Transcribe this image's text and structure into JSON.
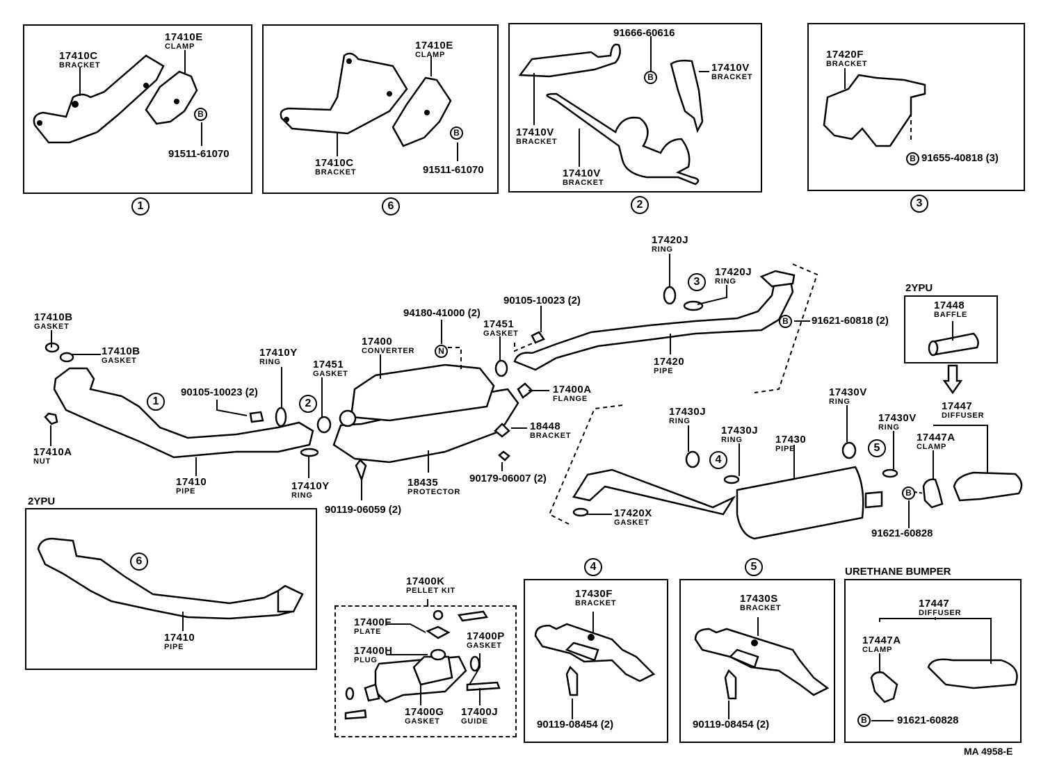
{
  "diagram": {
    "title": "Exhaust Pipe Parts Diagram",
    "figure_code": "MA 4958-E",
    "inset_panels": [
      {
        "id": "1",
        "marker": "1",
        "labels": [
          {
            "part": "17410C",
            "name": "BRACKET"
          },
          {
            "part": "17410E",
            "name": "CLAMP"
          },
          {
            "part": "91511-61070",
            "name": "",
            "symbol": "B"
          }
        ]
      },
      {
        "id": "6",
        "marker": "6",
        "labels": [
          {
            "part": "17410E",
            "name": "CLAMP"
          },
          {
            "part": "17410C",
            "name": "BRACKET"
          },
          {
            "part": "91511-61070",
            "name": "",
            "symbol": "B"
          }
        ]
      },
      {
        "id": "2",
        "marker": "2",
        "labels": [
          {
            "part": "91666-60616",
            "name": "",
            "symbol": "B"
          },
          {
            "part": "17410V",
            "name": "BRACKET"
          },
          {
            "part": "17410V",
            "name": "BRACKET"
          },
          {
            "part": "17410V",
            "name": "BRACKET"
          }
        ]
      },
      {
        "id": "3",
        "marker": "3",
        "labels": [
          {
            "part": "17420F",
            "name": "BRACKET"
          },
          {
            "part": "91655-40818 (3)",
            "name": "",
            "symbol": "B"
          }
        ]
      },
      {
        "id": "4",
        "marker": "4",
        "labels": [
          {
            "part": "17430F",
            "name": "BRACKET"
          },
          {
            "part": "90119-08454 (2)",
            "name": ""
          }
        ]
      },
      {
        "id": "5",
        "marker": "5",
        "labels": [
          {
            "part": "17430S",
            "name": "BRACKET"
          },
          {
            "part": "90119-08454 (2)",
            "name": ""
          }
        ]
      }
    ],
    "main_labels": [
      {
        "part": "17410B",
        "name": "GASKET"
      },
      {
        "part": "17410B",
        "name": "GASKET"
      },
      {
        "part": "17410A",
        "name": "NUT"
      },
      {
        "part": "90105-10023 (2)",
        "name": ""
      },
      {
        "part": "17410Y",
        "name": "RING"
      },
      {
        "part": "17410",
        "name": "PIPE"
      },
      {
        "part": "17410Y",
        "name": "RING"
      },
      {
        "part": "17451",
        "name": "GASKET"
      },
      {
        "part": "17400",
        "name": "CONVERTER"
      },
      {
        "part": "94180-41000 (2)",
        "name": "",
        "symbol": "N"
      },
      {
        "part": "17451",
        "name": "GASKET"
      },
      {
        "part": "90105-10023 (2)",
        "name": ""
      },
      {
        "part": "17400A",
        "name": "FLANGE"
      },
      {
        "part": "18448",
        "name": "BRACKET"
      },
      {
        "part": "90179-06007 (2)",
        "name": ""
      },
      {
        "part": "18435",
        "name": "PROTECTOR"
      },
      {
        "part": "90119-06059 (2)",
        "name": ""
      },
      {
        "part": "17420J",
        "name": "RING"
      },
      {
        "part": "17420J",
        "name": "RING"
      },
      {
        "part": "17420",
        "name": "PIPE"
      },
      {
        "part": "91621-60818 (2)",
        "name": "",
        "symbol": "B"
      },
      {
        "part": "17430J",
        "name": "RING"
      },
      {
        "part": "17430J",
        "name": "RING"
      },
      {
        "part": "17430",
        "name": "PIPE"
      },
      {
        "part": "17430V",
        "name": "RING"
      },
      {
        "part": "17430V",
        "name": "RING"
      },
      {
        "part": "17420X",
        "name": "GASKET"
      },
      {
        "part": "17447",
        "name": "DIFFUSER"
      },
      {
        "part": "17447A",
        "name": "CLAMP"
      },
      {
        "part": "91621-60828",
        "name": "",
        "symbol": "B"
      }
    ],
    "markers": [
      "1",
      "2",
      "3",
      "4",
      "5",
      "6"
    ],
    "variant_2ypu": {
      "title": "2YPU",
      "baffle": {
        "part": "17448",
        "name": "BAFFLE"
      },
      "pipe": {
        "part": "17410",
        "name": "PIPE"
      },
      "marker": "6"
    },
    "pellet_kit": {
      "part": "17400K",
      "name": "PELLET KIT",
      "labels": [
        {
          "part": "17400F",
          "name": "PLATE"
        },
        {
          "part": "17400H",
          "name": "PLUG"
        },
        {
          "part": "17400P",
          "name": "GASKET"
        },
        {
          "part": "17400G",
          "name": "GASKET"
        },
        {
          "part": "17400J",
          "name": "GUIDE"
        }
      ]
    },
    "urethane_bumper": {
      "title": "URETHANE BUMPER",
      "labels": [
        {
          "part": "17447",
          "name": "DIFFUSER"
        },
        {
          "part": "17447A",
          "name": "CLAMP"
        },
        {
          "part": "91621-60828",
          "name": "",
          "symbol": "B"
        }
      ]
    },
    "symbols": {
      "bolt": "B",
      "nut": "N"
    }
  }
}
